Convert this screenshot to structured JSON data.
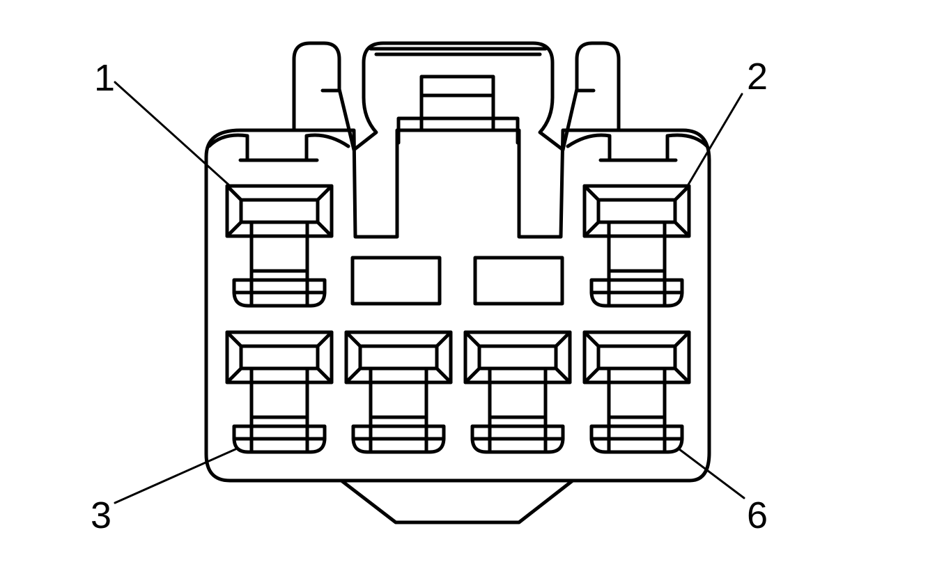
{
  "diagram": {
    "stroke_color": "#000000",
    "background_color": "#ffffff",
    "pin_labels": {
      "pin_1": "1",
      "pin_2": "2",
      "pin_3": "3",
      "pin_6": "6"
    }
  }
}
